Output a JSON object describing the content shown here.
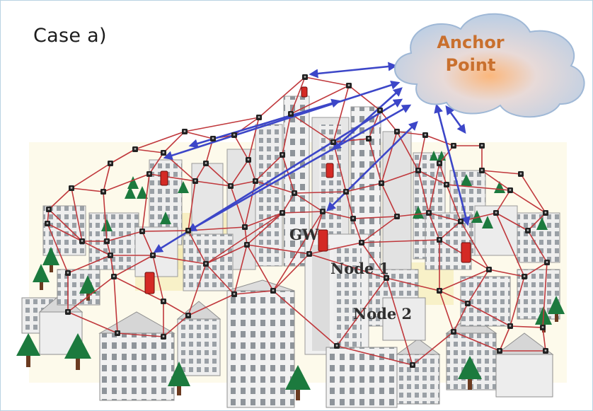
{
  "case_label": "Case a)",
  "anchor": {
    "line1": "Anchor",
    "line2": "Point"
  },
  "labels": {
    "gw": "GW",
    "node1": "Node 1",
    "node2": "Node 2"
  },
  "colors": {
    "mesh_link": "#c0383c",
    "anchor_link": "#3c46c8",
    "gateway": "#d42a25",
    "node": "#222222",
    "tree": "#1c7a3e",
    "trunk": "#6b3b21",
    "cloud": "#c3d8ec",
    "anchor_text": "#c9702e"
  },
  "icons": [
    "cloud-icon",
    "building-icon",
    "tree-icon",
    "gateway-icon",
    "sensor-node-icon"
  ]
}
